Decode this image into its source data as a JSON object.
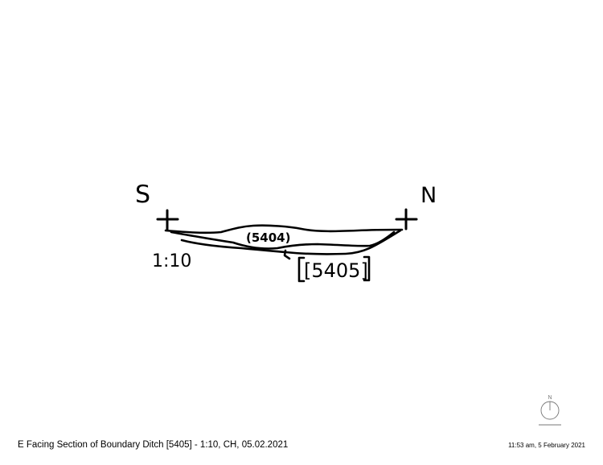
{
  "drawing": {
    "label_south": "S",
    "label_north": "N",
    "label_scale": "1:10",
    "label_fill": "(5404)",
    "label_cut": "[5405]"
  },
  "compass": {
    "north_label": "N"
  },
  "footer": {
    "caption": "E Facing Section of Boundary Ditch [5405] - 1:10, CH, 05.02.2021",
    "timestamp": "11:53 am, 5 February 2021"
  },
  "colors": {
    "ink": "#000000",
    "compass": "#777777",
    "background": "#ffffff"
  }
}
